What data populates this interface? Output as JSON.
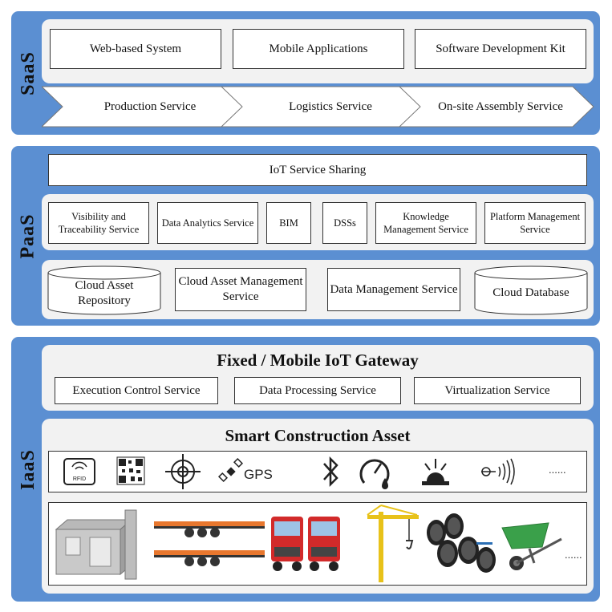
{
  "saas": {
    "title": "SaaS",
    "apps": [
      "Web-based System",
      "Mobile Applications",
      "Software Development Kit"
    ],
    "services": [
      "Production Service",
      "Logistics Service",
      "On-site Assembly Service"
    ]
  },
  "paas": {
    "title": "PaaS",
    "sharing": "IoT Service Sharing",
    "services": [
      "Visibility and Traceability Service",
      "Data Analytics Service",
      "BIM",
      "DSSs",
      "Knowledge Management Service",
      "Platform Management Service"
    ],
    "storage": [
      "Cloud Asset Repository",
      "Cloud Asset Management Service",
      "Data Management Service",
      "Cloud Database"
    ]
  },
  "iaas": {
    "title": "IaaS",
    "gateway_title": "Fixed / Mobile IoT Gateway",
    "gateway_services": [
      "Execution Control Service",
      "Data Processing Service",
      "Virtualization Service"
    ],
    "asset_title": "Smart Construction Asset",
    "devices": [
      "rfid-icon",
      "qr-code-icon",
      "positioning-target-icon",
      "gps-satellite-icon",
      "bluetooth-icon",
      "pressure-gauge-icon",
      "light-sensor-icon",
      "wireless-antenna-icon"
    ],
    "device_labels": {
      "rfid": "RFID",
      "gps": "GPS",
      "more": "......"
    },
    "assets": [
      "prefab-module",
      "trailers",
      "trucks",
      "tower-crane",
      "pipes",
      "wheelbarrow"
    ],
    "assets_more": "......"
  },
  "colors": {
    "layer_bg": "#5b8fd2",
    "panel_bg": "#f2f2f2"
  }
}
